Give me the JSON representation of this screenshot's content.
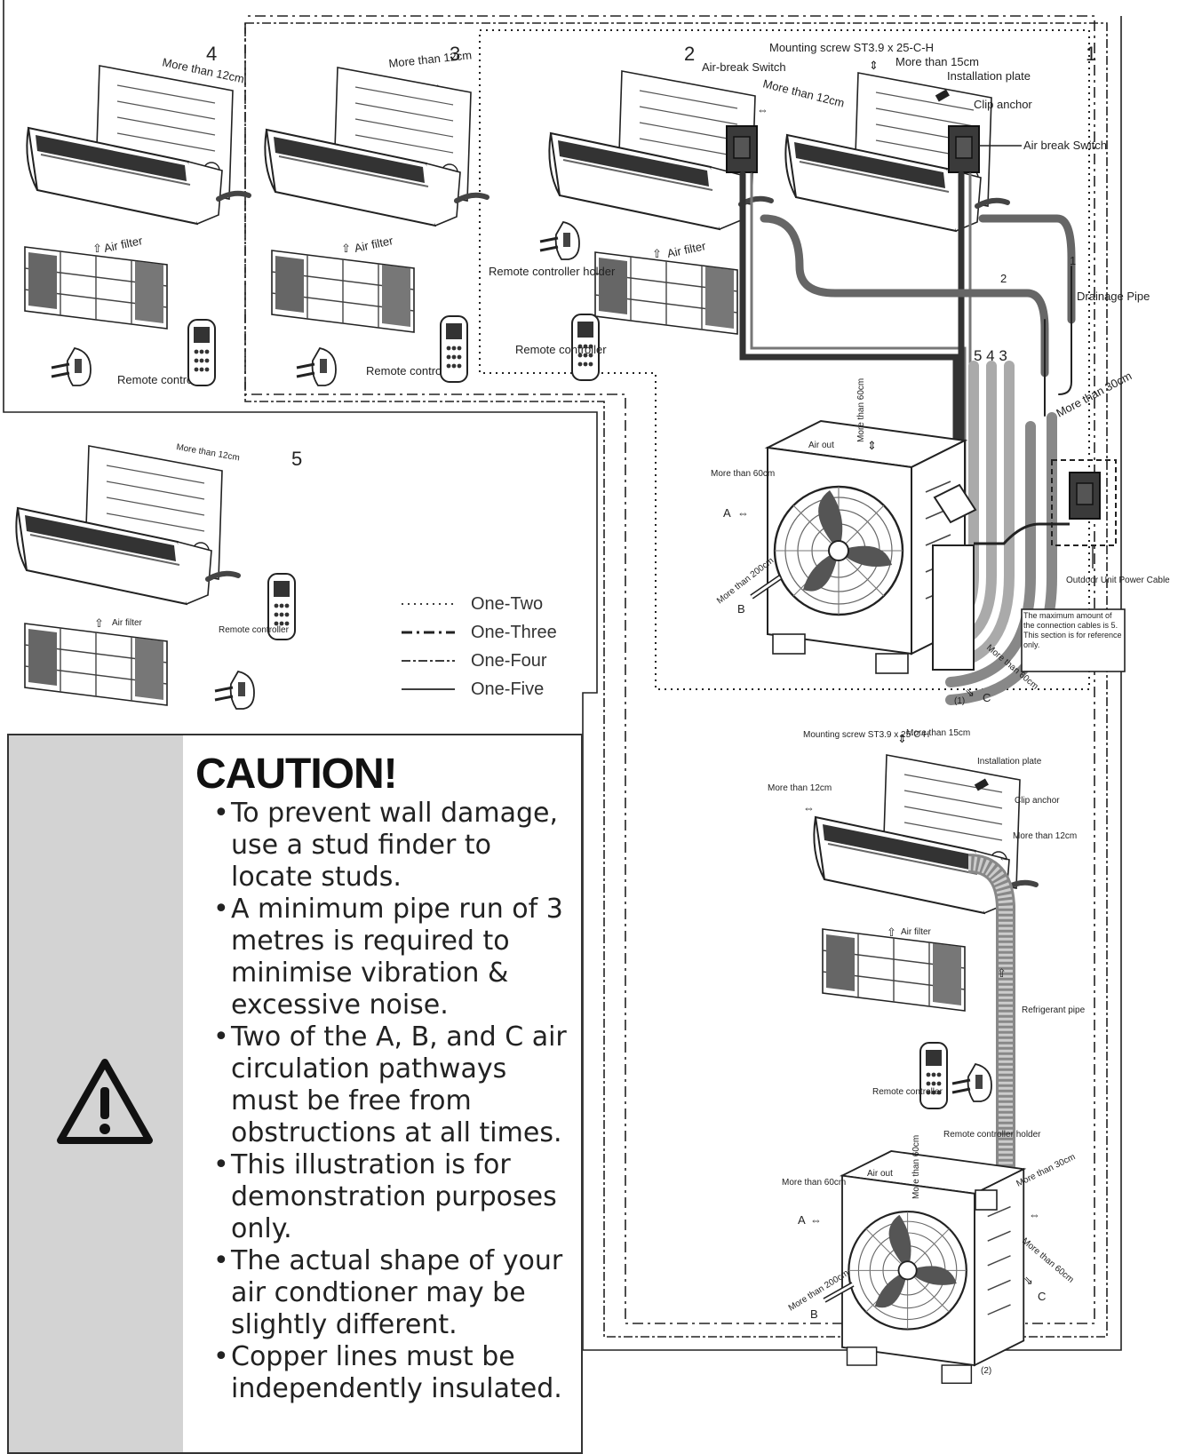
{
  "panels": {
    "p4": {
      "number": "4",
      "clearance": "More than 12cm",
      "air_filter": "Air filter",
      "remote": "Remote controller"
    },
    "p3": {
      "number": "3",
      "clearance": "More than 12cm",
      "air_filter": "Air filter",
      "remote": "Remote controller"
    },
    "p2": {
      "number": "2",
      "switch": "Air-break Switch",
      "clearance": "More than 12cm",
      "air_filter": "Air filter",
      "holder": "Remote controller holder",
      "remote": "Remote controller"
    },
    "p1": {
      "number": "1",
      "mounting_screw": "Mounting screw ST3.9 x 25-C-H",
      "top_clearance": "More than 15cm",
      "plate": "Installation plate",
      "clip": "Clip anchor",
      "switch": "Air break Switch"
    },
    "p5": {
      "number": "5",
      "clearance": "More than 12cm",
      "air_filter": "Air filter",
      "remote": "Remote controller"
    }
  },
  "pipes": {
    "label_2": "2",
    "label_1": "1",
    "drain": "Drainage Pipe",
    "stack": "5 4 3"
  },
  "outdoor1": {
    "label": "(1)",
    "air_out": "Air out",
    "top": "More than 60cm",
    "a_clear": "More than 60cm",
    "a": "A",
    "b_clear": "More than 200cm",
    "b": "B",
    "c_clear": "More than 60cm",
    "c": "C",
    "right_clear": "More than 30cm",
    "power_cable": "Outdoor Unit Power Cable",
    "note": "The maximum amount of the connection cables is 5. This section is for reference only."
  },
  "indoor2": {
    "mounting_screw": "Mounting screw ST3.9 x 25-C-H",
    "top_clearance": "More than 15cm",
    "plate": "Installation plate",
    "clip": "Clip anchor",
    "left_clear": "More than 12cm",
    "right_clear": "More than 12cm",
    "air_filter": "Air filter",
    "refrigerant": "Refrigerant pipe",
    "remote": "Remote controller",
    "holder": "Remote controller holder"
  },
  "outdoor2": {
    "label": "(2)",
    "air_out": "Air out",
    "top": "More than 60cm",
    "a_clear": "More than 60cm",
    "a": "A",
    "b_clear": "More than 200cm",
    "b": "B",
    "c_clear": "More than 60cm",
    "c": "C",
    "right_clear": "More than 30cm"
  },
  "legend": [
    {
      "label": "One-Two",
      "dash": "2,5"
    },
    {
      "label": "One-Three",
      "dash": "12,5,3,5"
    },
    {
      "label": "One-Four",
      "dash": "10,3,3,3"
    },
    {
      "label": "One-Five",
      "dash": ""
    }
  ],
  "caution": {
    "title": "CAUTION!",
    "items": [
      "To prevent wall damage, use a stud finder to locate studs.",
      "A minimum pipe run of 3 metres is required to minimise vibration & excessive noise.",
      "Two of the A, B, and C air circulation pathways must be free from obstructions at all times.",
      "This illustration is for demonstration purposes only.",
      "The actual shape of your air condtioner may be slightly different.",
      "Copper lines must be independently insulated."
    ]
  }
}
